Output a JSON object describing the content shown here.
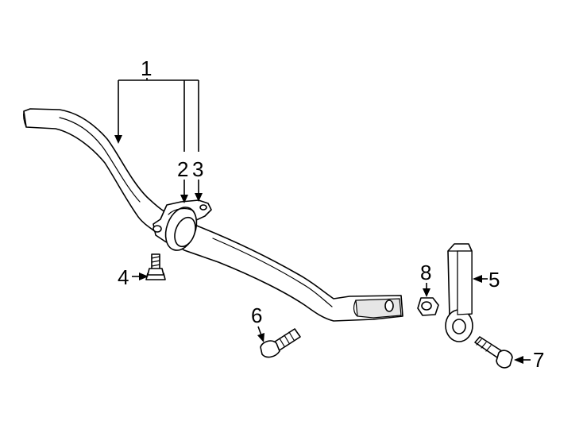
{
  "diagram": {
    "callouts": [
      {
        "id": "1",
        "label": "1"
      },
      {
        "id": "2",
        "label": "2"
      },
      {
        "id": "3",
        "label": "3"
      },
      {
        "id": "4",
        "label": "4"
      },
      {
        "id": "5",
        "label": "5"
      },
      {
        "id": "6",
        "label": "6"
      },
      {
        "id": "7",
        "label": "7"
      },
      {
        "id": "8",
        "label": "8"
      }
    ],
    "parts": [
      {
        "ref": "1",
        "icon": "stabilizer-bar-icon"
      },
      {
        "ref": "2",
        "icon": "bushing-icon"
      },
      {
        "ref": "3",
        "icon": "bushing-bracket-icon"
      },
      {
        "ref": "4",
        "icon": "flange-bolt-icon"
      },
      {
        "ref": "5",
        "icon": "stabilizer-link-icon"
      },
      {
        "ref": "6",
        "icon": "flange-bolt-icon"
      },
      {
        "ref": "7",
        "icon": "flange-bolt-icon"
      },
      {
        "ref": "8",
        "icon": "nut-icon"
      }
    ]
  }
}
